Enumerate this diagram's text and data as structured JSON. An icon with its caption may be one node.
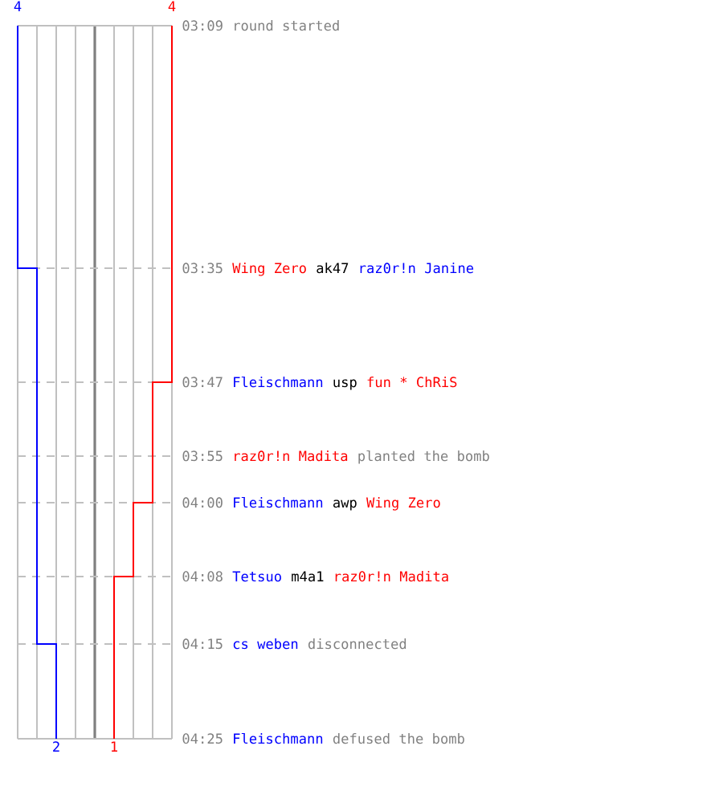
{
  "diagram": {
    "labels": [
      "4",
      "4",
      "03:09",
      "round started",
      "03:35",
      "Wing Zero",
      "ak47",
      "raz0r!n Janine",
      "03:47",
      "Fleischmann",
      "usp",
      "fun * ChRiS",
      "03:55",
      "raz0r!n Madita",
      "planted the bomb",
      "04:00",
      "Fleischmann",
      "awp",
      "Wing Zero",
      "04:08",
      "Tetsuo",
      "m4a1",
      "raz0r!n Madita",
      "04:15",
      "cs weben",
      "disconnected",
      "04:25",
      "Fleischmann",
      "defused the bomb",
      "2",
      "1"
    ]
  }
}
